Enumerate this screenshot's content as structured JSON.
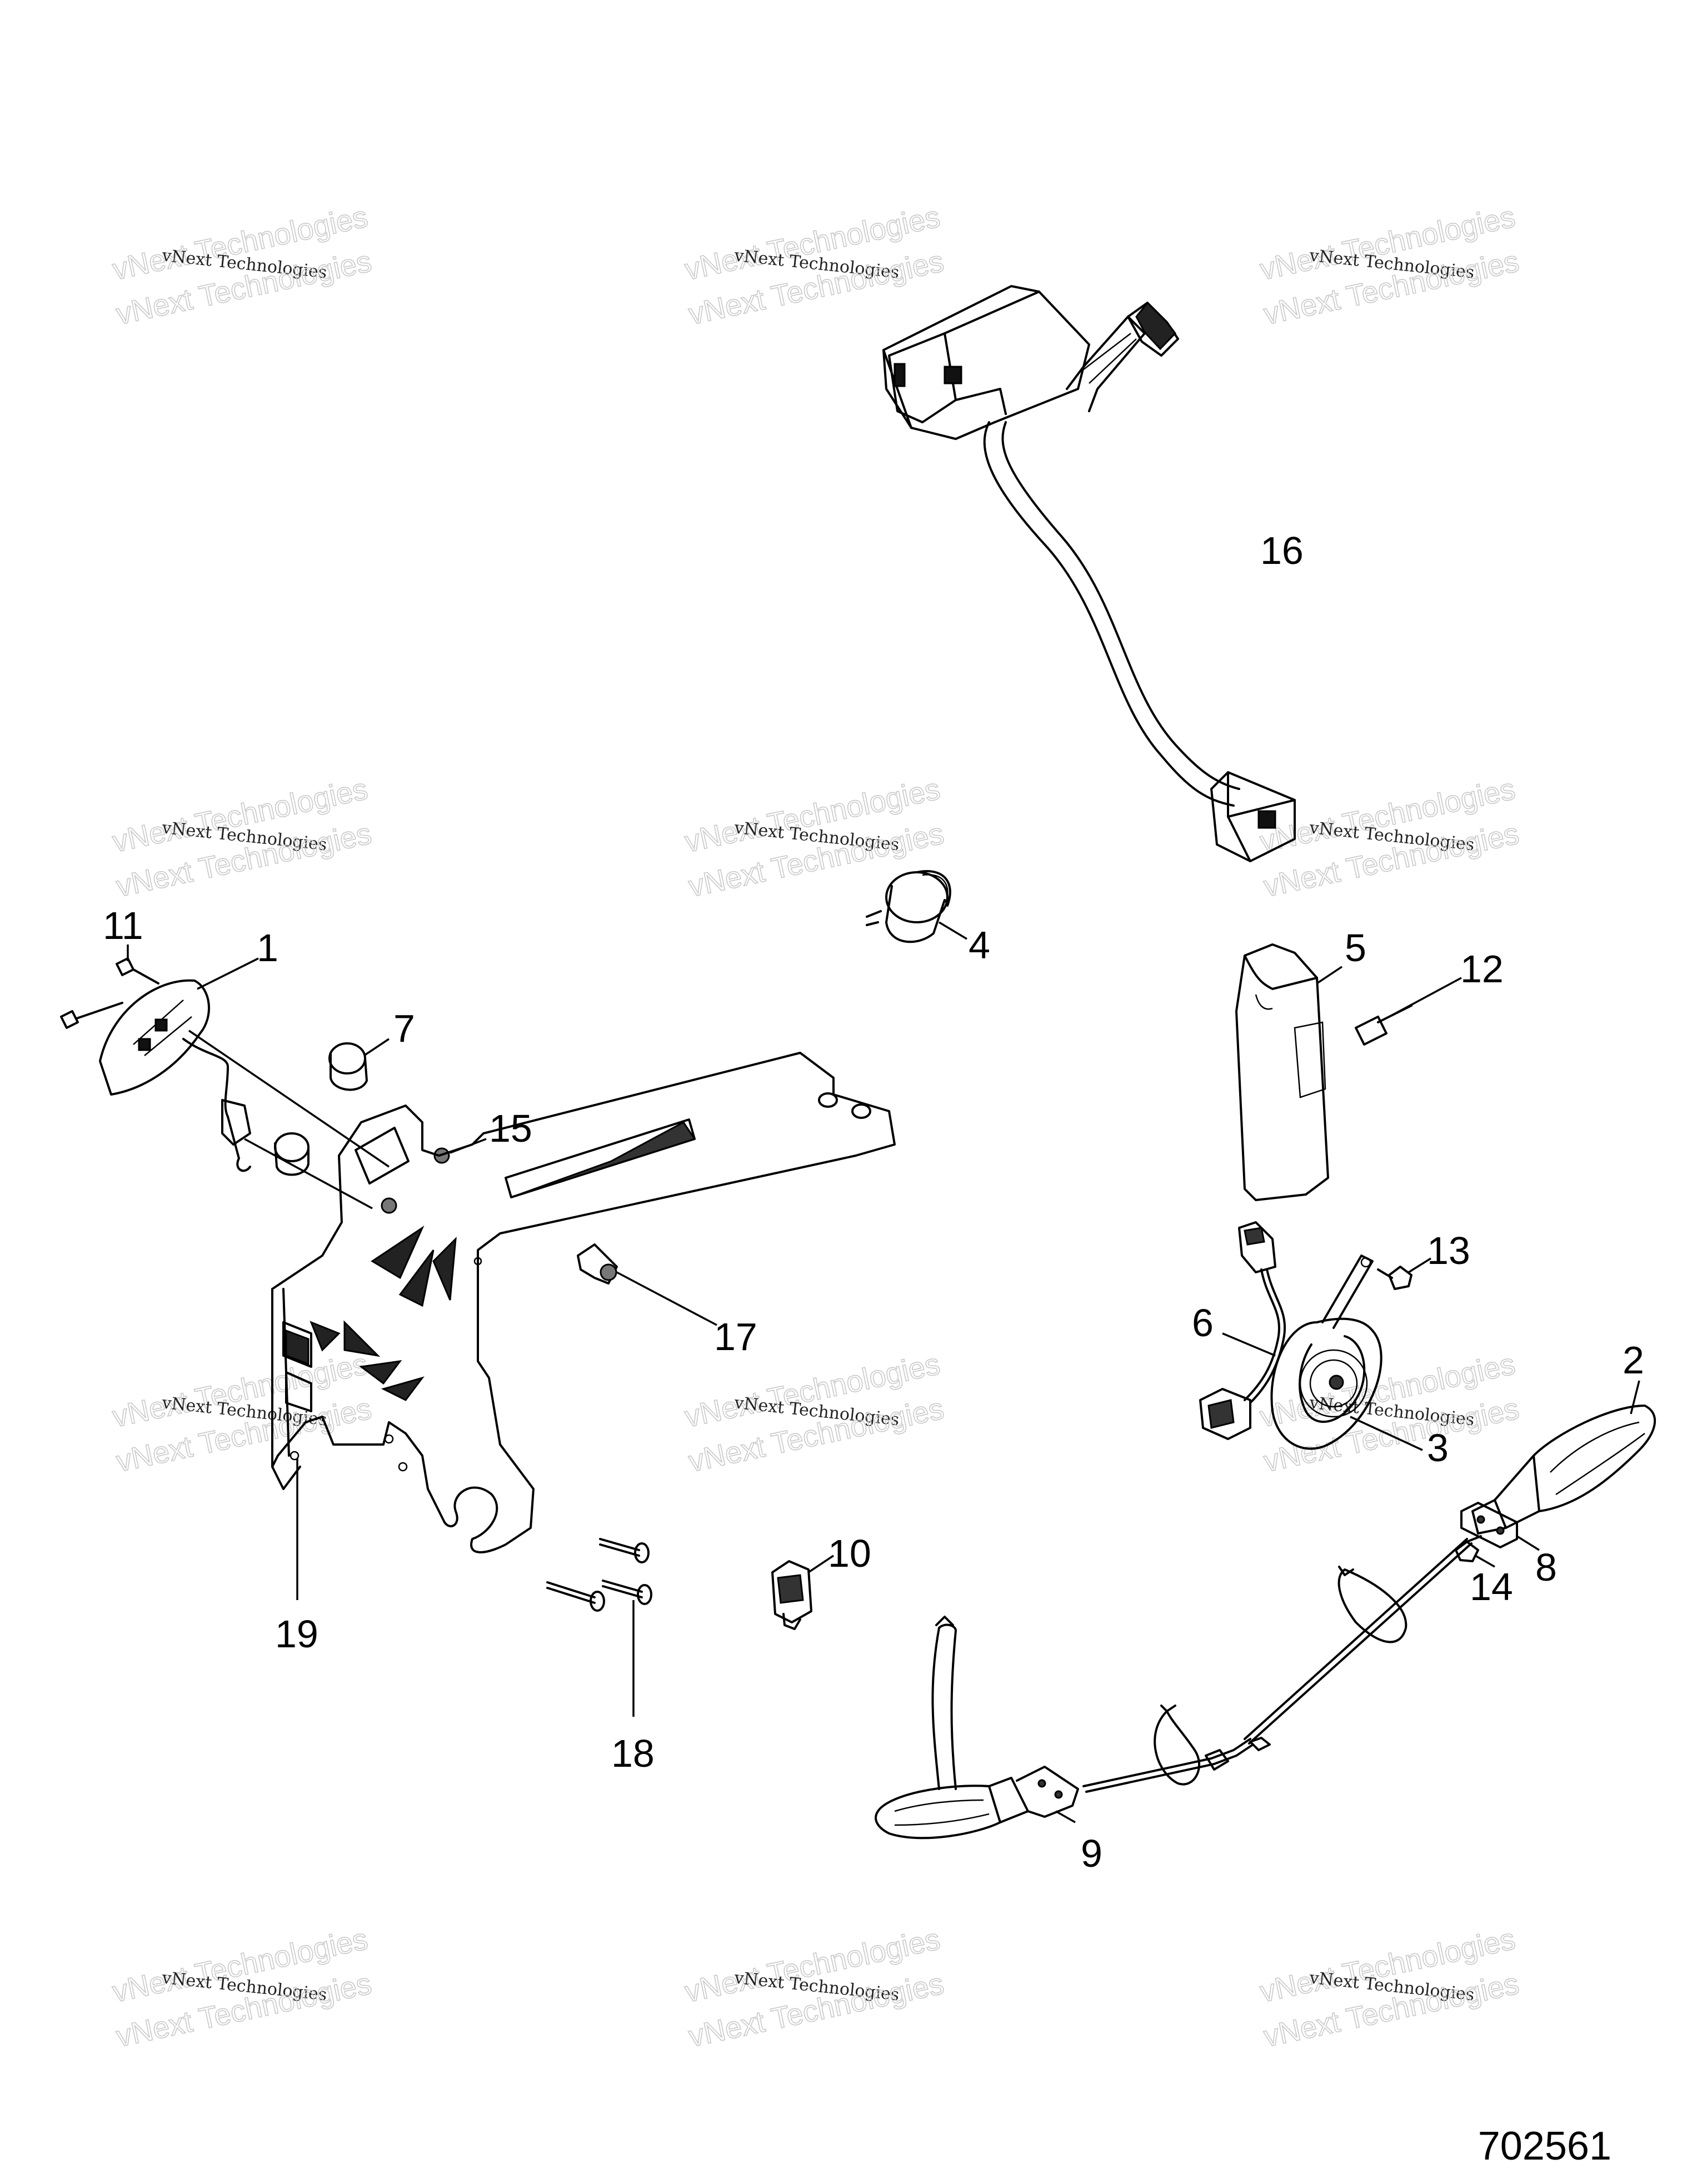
{
  "callouts": [
    "1",
    "2",
    "3",
    "4",
    "5",
    "6",
    "7",
    "8",
    "9",
    "10",
    "11",
    "12",
    "13",
    "14",
    "15",
    "16",
    "17",
    "18",
    "19"
  ],
  "watermark": {
    "line1": "vNext Technologies",
    "line2": "vNext Technologies",
    "line3": "vNext Technologies"
  },
  "document_number": "702561"
}
